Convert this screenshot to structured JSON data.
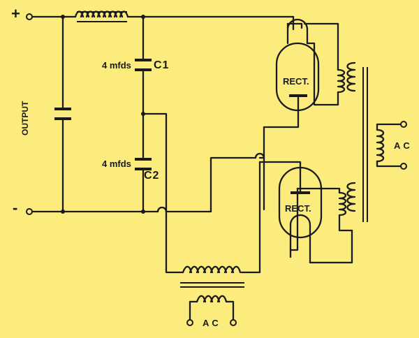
{
  "labels": {
    "plus": "+",
    "minus": "-",
    "output": "OUTPUT",
    "c1_value": "4 mfds",
    "c1_name": "C1",
    "c2_value": "4 mfds",
    "c2_name": "C2",
    "rect_top": "RECT.",
    "rect_bottom": "RECT.",
    "ac_right": "AC",
    "ac_bottom": "AC"
  },
  "colors": {
    "background": "#fbec7d",
    "ink": "#1a1a1a"
  }
}
